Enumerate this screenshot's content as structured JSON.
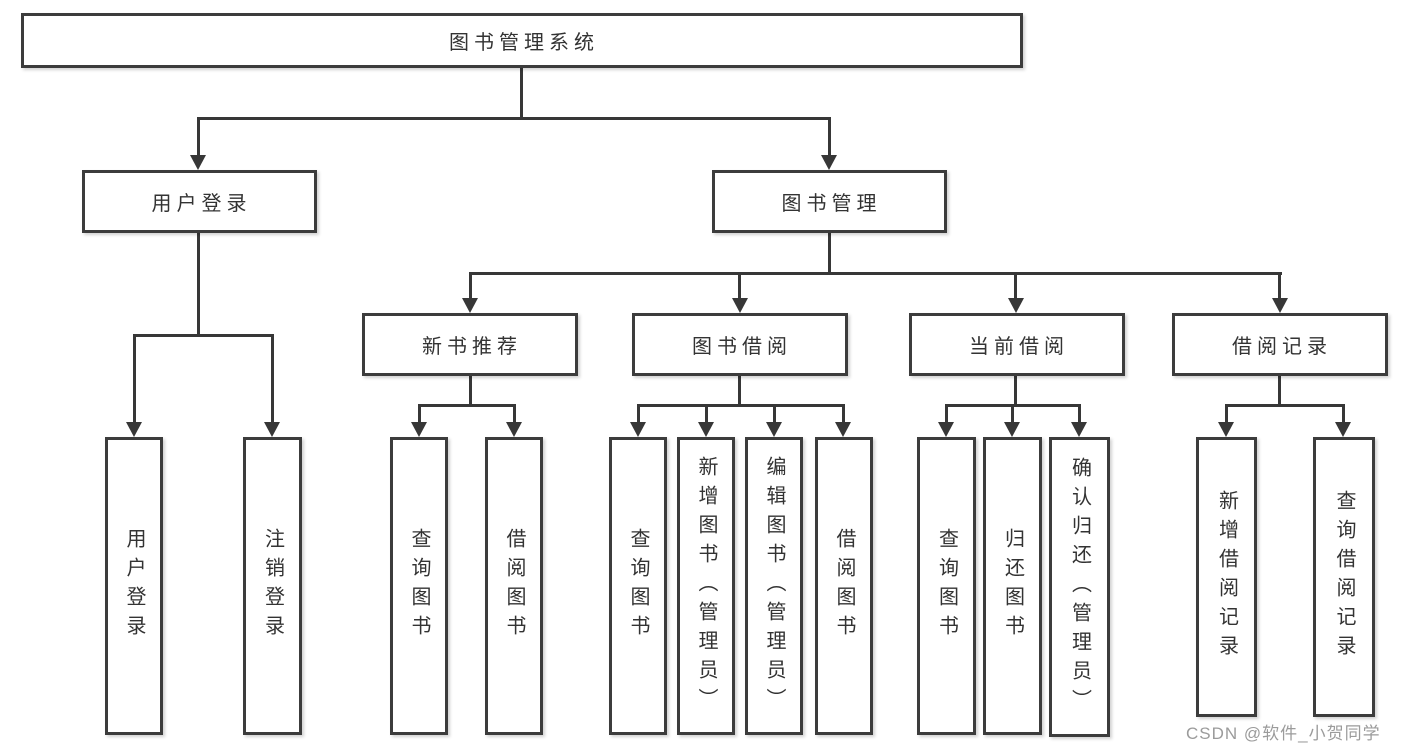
{
  "diagram_title": "图书管理系统",
  "watermark": {
    "text": "CSDN @软件_小贺同学"
  },
  "colors": {
    "line": "#373737",
    "box_border": "#3c3c3c",
    "text": "#333333",
    "watermark": "#9b9b9b",
    "background": "#ffffff"
  },
  "tree": {
    "label": "图书管理系统",
    "children": [
      {
        "label": "用户登录",
        "children": [
          {
            "label": "用户登录"
          },
          {
            "label": "注销登录"
          }
        ]
      },
      {
        "label": "图书管理",
        "children": [
          {
            "label": "新书推荐",
            "children": [
              {
                "label": "查询图书"
              },
              {
                "label": "借阅图书"
              }
            ]
          },
          {
            "label": "图书借阅",
            "children": [
              {
                "label": "查询图书"
              },
              {
                "label": "新增图书（管理员）"
              },
              {
                "label": "编辑图书（管理员）"
              },
              {
                "label": "借阅图书"
              }
            ]
          },
          {
            "label": "当前借阅",
            "children": [
              {
                "label": "查询图书"
              },
              {
                "label": "归还图书"
              },
              {
                "label": "确认归还（管理员）"
              }
            ]
          },
          {
            "label": "借阅记录",
            "children": [
              {
                "label": "新增借阅记录"
              },
              {
                "label": "查询借阅记录"
              }
            ]
          }
        ]
      }
    ]
  }
}
